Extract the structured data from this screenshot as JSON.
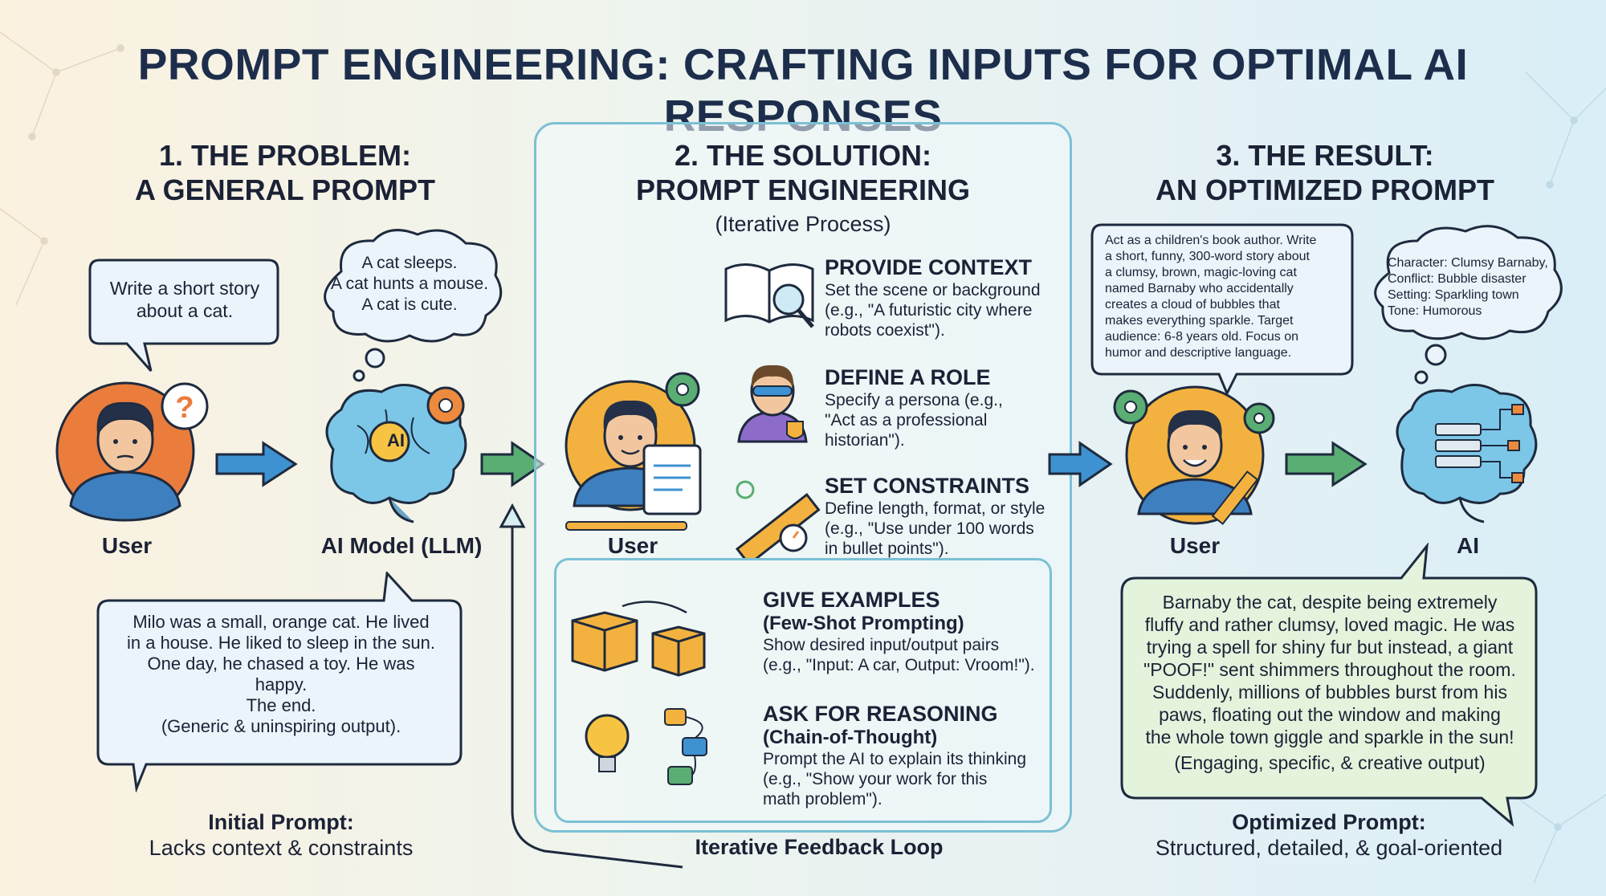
{
  "title": "PROMPT ENGINEERING: CRAFTING INPUTS FOR OPTIMAL AI RESPONSES",
  "colors": {
    "title": "#1d2e4c",
    "orange": "#ee8a3d",
    "blue": "#3e92d1",
    "green": "#5aad73",
    "panel_border": "#7cc0d4",
    "result_green": "#e4f3dc"
  },
  "problem": {
    "title": [
      "1. THE PROBLEM:",
      "A GENERAL PROMPT"
    ],
    "user_prompt": [
      "Write a short story",
      "about a cat."
    ],
    "ai_thought": [
      "A cat sleeps.",
      "A cat hunts a mouse.",
      "A cat is cute."
    ],
    "user_label": "User",
    "ai_label": "AI Model (LLM)",
    "ai_badge": "AI",
    "output": [
      "Milo was a small, orange cat. He lived",
      "in a house. He liked to sleep in the sun.",
      "One day, he chased a toy. He was",
      "happy.",
      "The end.",
      "(Generic & uninspiring output)."
    ],
    "caption_bold": "Initial Prompt:",
    "caption": "Lacks context & constraints"
  },
  "solution": {
    "title": [
      "2. THE SOLUTION:",
      "PROMPT ENGINEERING"
    ],
    "subtitle": "(Iterative Process)",
    "user_label": "User",
    "techniques": [
      {
        "head": "PROVIDE CONTEXT",
        "lines": [
          "Set the scene or background",
          "(e.g., \"A futuristic city where",
          "robots coexist\")."
        ]
      },
      {
        "head": "DEFINE A ROLE",
        "lines": [
          "Specify a persona (e.g.,",
          "\"Act as a professional",
          "historian\")."
        ]
      },
      {
        "head": "SET CONSTRAINTS",
        "lines": [
          "Define length, format, or style",
          "(e.g., \"Use under 100 words",
          "in bullet points\")."
        ]
      },
      {
        "head": "GIVE EXAMPLES",
        "sub": "(Few-Shot Prompting)",
        "lines": [
          "Show desired input/output pairs",
          "(e.g., \"Input: A car, Output: Vroom!\")."
        ]
      },
      {
        "head": "ASK FOR REASONING",
        "sub": "(Chain-of-Thought)",
        "lines": [
          "Prompt the AI to explain its thinking",
          "(e.g., \"Show your work for this",
          "math problem\")."
        ]
      }
    ],
    "loop_label": "Iterative Feedback Loop"
  },
  "result": {
    "title": [
      "3. THE RESULT:",
      "AN OPTIMIZED PROMPT"
    ],
    "prompt": [
      "Act as a children's book author. Write",
      "a short, funny, 300-word story about",
      "a clumsy, brown, magic-loving cat",
      "named Barnaby who accidentally",
      "creates a cloud of bubbles that",
      "makes everything sparkle. Target",
      "audience: 6-8 years old. Focus on",
      "humor and descriptive language."
    ],
    "ai_thought": [
      "Character: Clumsy Barnaby,",
      "Conflict: Bubble disaster",
      "Setting: Sparkling town",
      "Tone: Humorous"
    ],
    "user_label": "User",
    "ai_label": "AI",
    "output": [
      "Barnaby the cat, despite being extremely",
      "fluffy and rather clumsy, loved magic. He was",
      "trying a spell for shiny fur but instead, a giant",
      "\"POOF!\" sent shimmers throughout the room.",
      "Suddenly, millions of bubbles burst from his",
      "paws, floating out the window and making",
      "the whole town giggle and sparkle in the sun!",
      "(Engaging, specific, & creative output)"
    ],
    "caption_bold": "Optimized Prompt:",
    "caption": "Structured, detailed, & goal-oriented"
  }
}
